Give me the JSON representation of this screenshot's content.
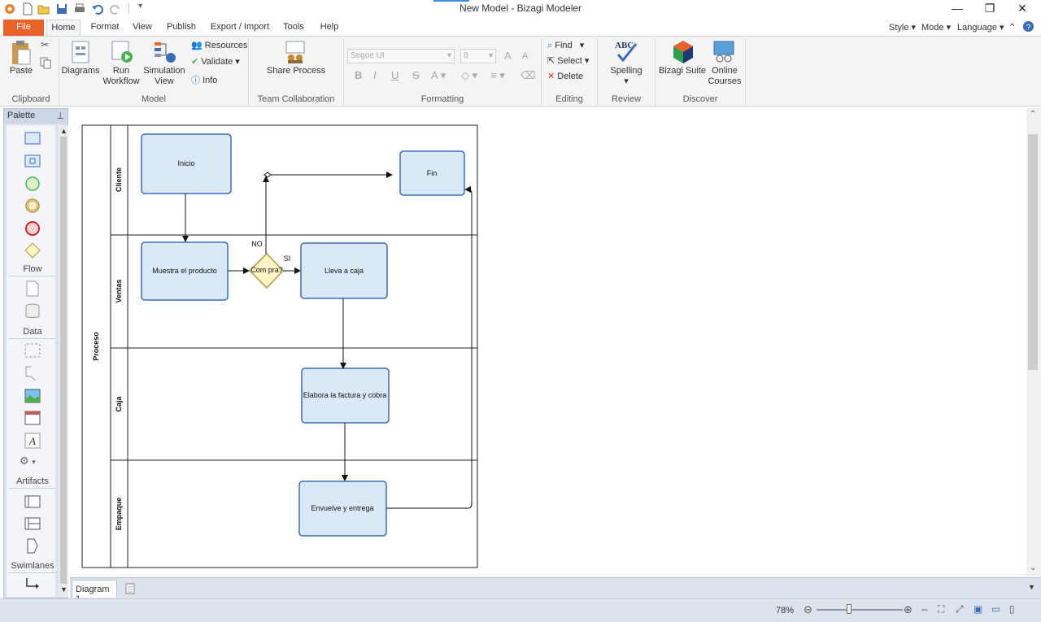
{
  "window": {
    "title": "New Model - Bizagi Modeler"
  },
  "tabs": [
    "File",
    "Home",
    "Format",
    "View",
    "Publish",
    "Export / Import",
    "Tools",
    "Help"
  ],
  "right_menu": {
    "style": "Style",
    "mode": "Mode",
    "language": "Language"
  },
  "ribbon": {
    "clipboard": {
      "paste": "Paste",
      "group": "Clipboard"
    },
    "model": {
      "diagrams": "Diagrams",
      "run_workflow": [
        "Run",
        "Workflow"
      ],
      "simulation_view": [
        "Simulation",
        "View"
      ],
      "resources": "Resources",
      "validate": "Validate",
      "info": "Info",
      "group": "Model"
    },
    "team": {
      "share_process": "Share Process",
      "group": "Team Collaboration"
    },
    "formatting": {
      "font": "Segoe UI",
      "size": "8",
      "group": "Formatting"
    },
    "editing": {
      "find": "Find",
      "select": "Select",
      "delete": "Delete",
      "group": "Editing"
    },
    "review": {
      "spelling": "Spelling",
      "group": "Review"
    },
    "discover": {
      "bizagi_suite": "Bizagi Suite",
      "online_courses": [
        "Online",
        "Courses"
      ],
      "group": "Discover"
    }
  },
  "palette": {
    "title": "Palette",
    "sections": [
      "Flow",
      "Data",
      "Artifacts",
      "Swimlanes"
    ]
  },
  "diagram": {
    "pool": "Proceso",
    "lanes": [
      "Cliente",
      "Ventas",
      "Caja",
      "Empaque"
    ],
    "tasks": {
      "inicio": "Inicio",
      "fin": "Fin",
      "muestra": "Muestra el producto",
      "lleva": "Lleva a  caja",
      "elabora": "Elabora la factura y cobra",
      "envuelve": "Envuelve y entrega"
    },
    "gateway": "Com pra?",
    "labels": {
      "no": "NO",
      "si": "SI"
    }
  },
  "doc_tab": "Diagram 1",
  "status": {
    "zoom": "78%"
  }
}
